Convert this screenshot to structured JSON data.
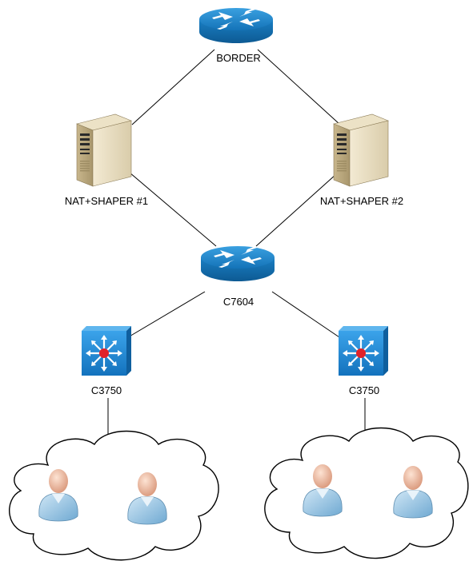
{
  "nodes": {
    "border": {
      "label": "BORDER",
      "icon": "router-icon"
    },
    "nat1": {
      "label": "NAT+SHAPER #1",
      "icon": "server-icon"
    },
    "nat2": {
      "label": "NAT+SHAPER #2",
      "icon": "server-icon"
    },
    "core": {
      "label": "C7604",
      "icon": "router-icon"
    },
    "sw_left": {
      "label": "C3750",
      "icon": "layer3-switch-icon"
    },
    "sw_right": {
      "label": "C3750",
      "icon": "layer3-switch-icon"
    },
    "cloud_left": {
      "icon": "cloud-icon",
      "users": 2
    },
    "cloud_right": {
      "icon": "cloud-icon",
      "users": 2
    }
  },
  "colors": {
    "router": "#1a7fc4",
    "switch": "#1e88d6",
    "server": "#e8dcbf",
    "user_body": "#9cc9e6",
    "user_head": "#f3c3a8",
    "line": "#000000"
  }
}
